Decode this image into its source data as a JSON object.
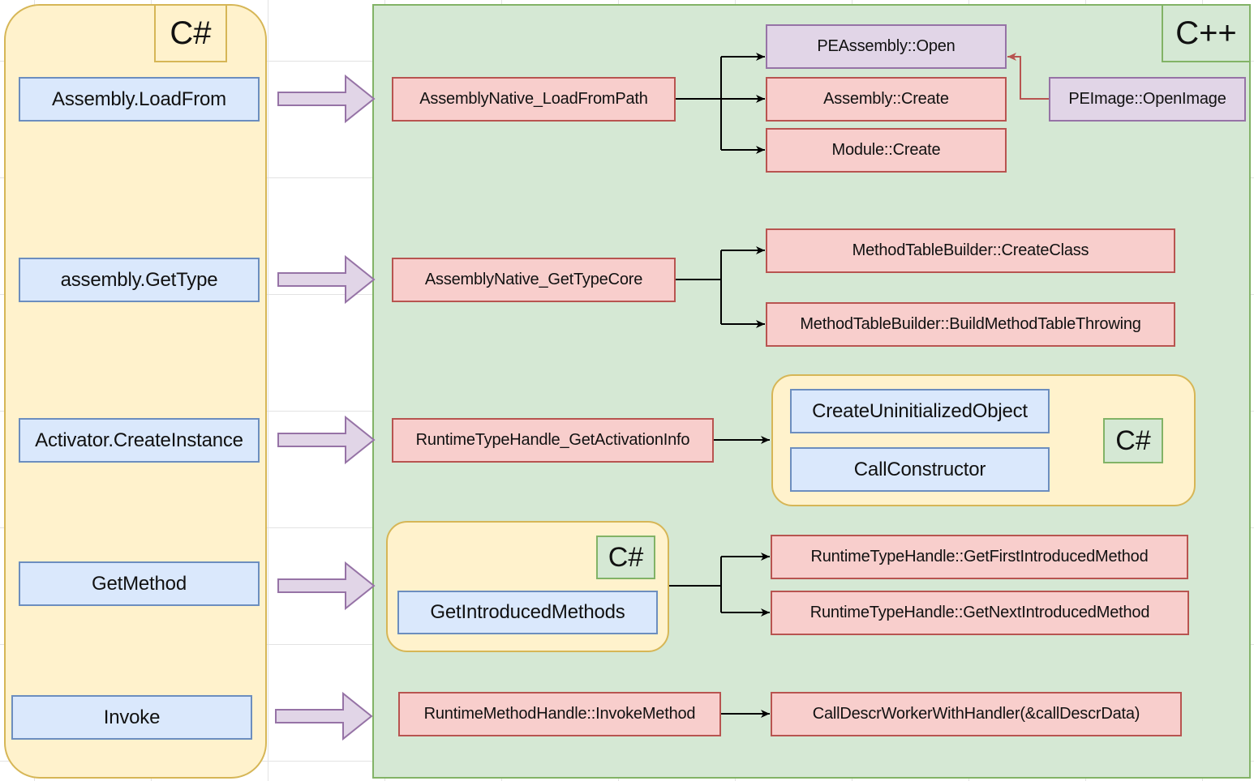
{
  "panels": {
    "csharp_label": "C#",
    "cpp_label": "C++",
    "activator_group_label": "C#",
    "getmethod_group_label": "C#"
  },
  "csharp_calls": [
    "Assembly.LoadFrom",
    "assembly.GetType",
    "Activator.CreateInstance",
    "GetMethod",
    "Invoke"
  ],
  "native_entry": {
    "load_from_path": "AssemblyNative_LoadFromPath",
    "get_type_core": "AssemblyNative_GetTypeCore",
    "get_activation_info": "RuntimeTypeHandle_GetActivationInfo",
    "get_introduced_methods": "GetIntroducedMethods",
    "invoke_method": "RuntimeMethodHandle::InvokeMethod"
  },
  "load_targets": {
    "pe_assembly_open": "PEAssembly::Open",
    "assembly_create": "Assembly::Create",
    "module_create": "Module::Create",
    "pe_image_open": "PEImage::OpenImage"
  },
  "gettype_targets": {
    "create_class": "MethodTableBuilder::CreateClass",
    "build_method_table": "MethodTableBuilder::BuildMethodTableThrowing"
  },
  "activation_targets": {
    "create_uninitialized": "CreateUninitializedObject",
    "call_constructor": "CallConstructor"
  },
  "getmethod_targets": {
    "first_introduced": "RuntimeTypeHandle::GetFirstIntroducedMethod",
    "next_introduced": "RuntimeTypeHandle::GetNextIntroducedMethod"
  },
  "invoke_targets": {
    "call_descr_worker": "CallDescrWorkerWithHandler(&callDescrData)"
  },
  "colors": {
    "csharp_fill": "#fff2cc",
    "cpp_fill": "#d5e8d4",
    "managed_box": "#dae8fc",
    "native_box": "#f8cecc",
    "image_box": "#e1d5e7",
    "transition_arrow": "#e1d5e7",
    "image_arrow": "#b85450"
  }
}
